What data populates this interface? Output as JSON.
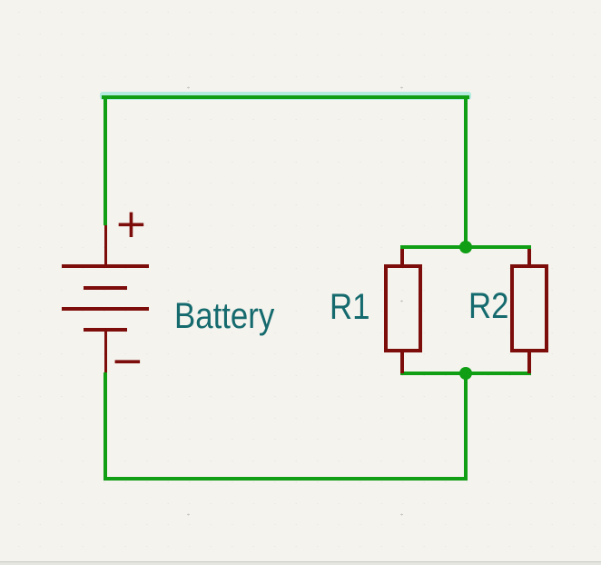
{
  "colors": {
    "background": "#F4F3ED",
    "wire": "#0F9E14",
    "symbol": "#7C0D0B",
    "label": "#156A6E",
    "highlight": "#B4EBDF",
    "grid_dot": "#DBDBD4",
    "grid_major": "#C8C8C2"
  },
  "components": {
    "battery": {
      "value": "Battery",
      "polarity_plus": "+",
      "polarity_minus": "−"
    },
    "resistors": [
      {
        "reference": "R1"
      },
      {
        "reference": "R2"
      }
    ]
  }
}
